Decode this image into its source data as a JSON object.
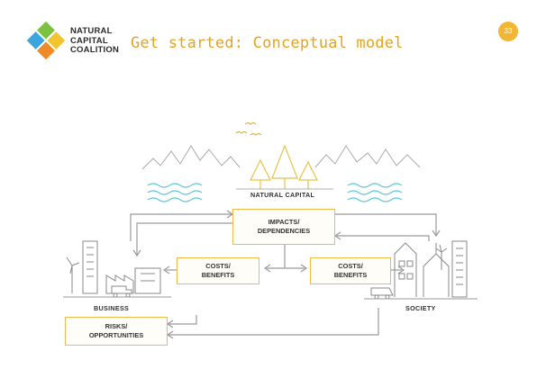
{
  "header": {
    "logo_lines": [
      "NATURAL",
      "CAPITAL",
      "COALITION"
    ],
    "title": "Get started: Conceptual model",
    "page_number": "33"
  },
  "diagram": {
    "natural_capital_label": "NATURAL CAPITAL",
    "boxes": {
      "impacts": [
        "IMPACTS/",
        "DEPENDENCIES"
      ],
      "costs_left": [
        "COSTS/",
        "BENEFITS"
      ],
      "costs_right": [
        "COSTS/",
        "BENEFITS"
      ],
      "risks": [
        "RISKS/",
        "OPPORTUNITIES"
      ]
    },
    "business_label": "BUSINESS",
    "society_label": "SOCIETY"
  },
  "colors": {
    "accent": "#e6a321",
    "box_border": "#f0b94a",
    "water": "#5ec7d8",
    "trees": "#e8c24a",
    "line": "#9a9a9a"
  }
}
